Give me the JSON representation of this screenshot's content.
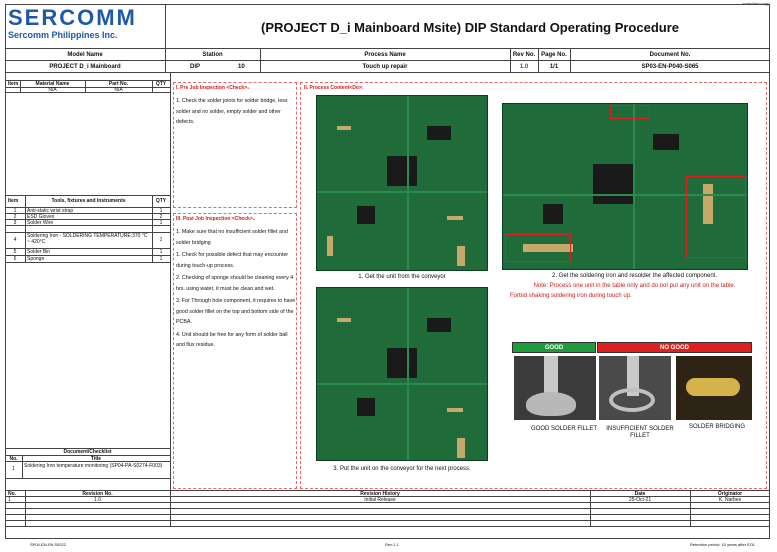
{
  "top_right_note": "controlled copy",
  "logo": {
    "brand": "SERCOMM",
    "company": "Sercomm Philippines Inc."
  },
  "title": "(PROJECT D_i Mainboard Msite) DIP Standard Operating Procedure",
  "header": {
    "model_name_label": "Model Name",
    "model_name_value": "PROJECT D_i Mainboard",
    "station_label": "Station",
    "station_value_1": "DIP",
    "station_value_2": "10",
    "process_name_label": "Process Name",
    "process_name_value": "Touch up repair",
    "rev_no_label": "Rev No.",
    "rev_no_value": "1.0",
    "page_no_label": "Page No.",
    "page_no_value": "1/1",
    "doc_no_label": "Document No.",
    "doc_no_value": "SP03-EN-P040-S065"
  },
  "materials": {
    "headers": [
      "Item",
      "Material Name",
      "Part No.",
      "QTY"
    ],
    "rows": [
      [
        "",
        "N/A",
        "N/A",
        ""
      ]
    ]
  },
  "tools": {
    "headers": [
      "Item",
      "Tools, fixtures and Instruments",
      "QTY"
    ],
    "rows": [
      [
        "1",
        "Anti-static wrist strap",
        "1"
      ],
      [
        "2",
        "ESD Gloves",
        "2"
      ],
      [
        "3",
        "Solder Wire",
        "1"
      ],
      [
        "4",
        "Soldering Iron - SOLDERING TEMPERATURE:370 °C ~ 420°C",
        "1"
      ],
      [
        "5",
        "Solder Bin",
        "1"
      ],
      [
        "6",
        "Sponge",
        "1"
      ]
    ]
  },
  "checklist": {
    "title": "Document/Checklist",
    "headers": [
      "No.",
      "Title"
    ],
    "rows": [
      [
        "1",
        "Soldering Iron temperature monitoring (SP04-PA-S0274-F003)"
      ]
    ]
  },
  "pre_inspection": {
    "title": "I. Pre Job Inspection <Check>₂",
    "body": "1. Check the solder joints for solder bridge, less solder and no solder, empty solder and other defects."
  },
  "post_inspection": {
    "title": "III. Post Job Inspection <Check>₂",
    "items": [
      "1. Make sure that no insufficient solder fillet and solder bridging",
      "1. Check for possible defect that may encounter during touch-up process.",
      "2. Checking of sponge should be cleaning every 4 hrs. using water, it must be clean and wet.",
      "3. For Through hole component, it requires to have good solder fillet on the top and bottom side of the PCBA.",
      "4. Unit should be free for any form of solder ball and flux residue."
    ]
  },
  "process": {
    "title": "II. Process Content<Do>:",
    "step1": "1. Get the unit from the conveyor",
    "step2": "2. Get the soldering iron and resolder the affected component.",
    "note1": "Note: Process one unit in the table only and do not put any unit on the table.",
    "note2": "Forbid shaking soldering iron during touch up.",
    "step3": "3. Put the unit on the conveyor for the next process."
  },
  "quality": {
    "good_label": "GOOD",
    "no_good_label": "NO GOOD",
    "captions": [
      "GOOD SOLDER FILLET",
      "INSUFFICIENT SOLDER FILLET",
      "SOLDER BRIDGING"
    ],
    "good_color": "#1e9b3c",
    "no_good_color": "#e02020"
  },
  "revision": {
    "headers": [
      "No.",
      "Revision No.",
      "Revision History",
      "Date",
      "Originator"
    ],
    "rows": [
      [
        "1",
        "1.0",
        "Initial Release",
        "25-Oct-21",
        "K. Narbes"
      ]
    ]
  },
  "footer": {
    "left": "SP04-EN-PA-S0022",
    "center": "Rev.1.1",
    "right": "Retention period: 10 years after EOL"
  }
}
